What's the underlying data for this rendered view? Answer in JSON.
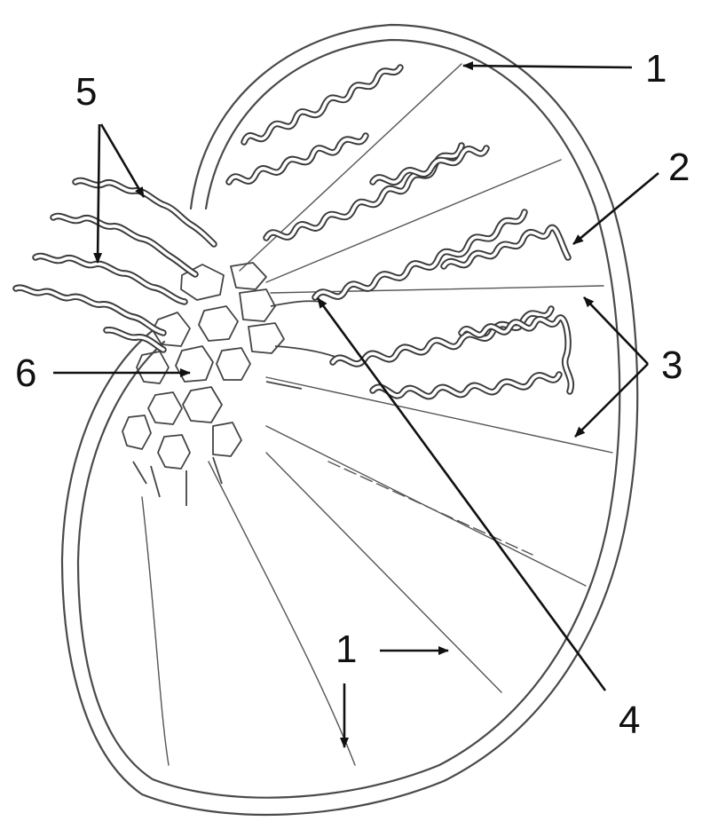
{
  "diagram": {
    "labels": {
      "l1_top": "1",
      "l2": "2",
      "l3": "3",
      "l4": "4",
      "l5": "5",
      "l6": "6",
      "l1_bottom": "1"
    },
    "colors": {
      "line": "#4a4a4a",
      "arrow": "#111111",
      "background": "#ffffff"
    }
  }
}
